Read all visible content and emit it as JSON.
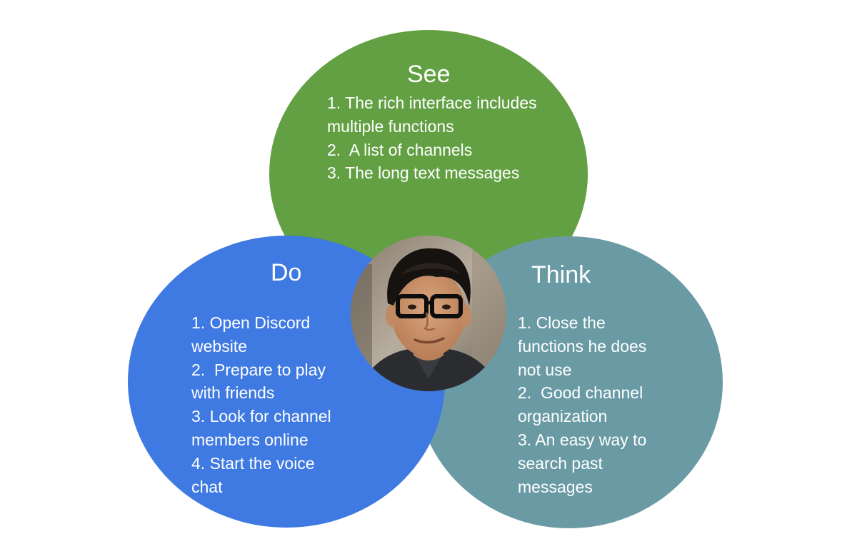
{
  "colors": {
    "see": "#62A043",
    "do": "#3F79E2",
    "think": "#6A9BA5",
    "text": "#FFFFFF"
  },
  "see": {
    "title": "See",
    "items": [
      "1. The rich interface includes multiple functions",
      "2.  A list of channels",
      "3. The long text messages"
    ]
  },
  "do": {
    "title": "Do",
    "items": [
      "1. Open Discord website",
      "2.  Prepare to play with friends",
      "3. Look for channel members online",
      "4. Start the voice chat"
    ]
  },
  "think": {
    "title": "Think",
    "items": [
      "1. Close the functions he does not use",
      "2.  Good channel organization",
      "3. An easy way to search past messages"
    ]
  }
}
